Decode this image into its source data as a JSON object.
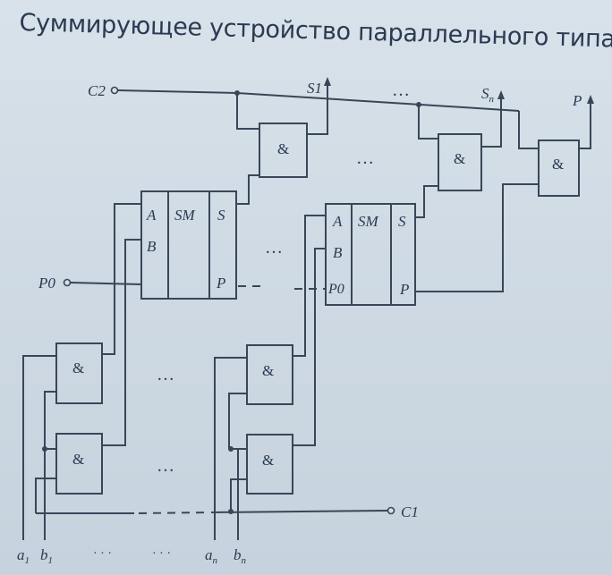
{
  "title": "Суммирующее устройство параллельного типа",
  "gate_and": "&",
  "sm_block": {
    "a": "A",
    "sm": "SM",
    "s": "S",
    "b": "B",
    "p": "P",
    "p0": "P0"
  },
  "signals": {
    "c2": "C2",
    "s1": "S1",
    "sn": "S",
    "sn_sub": "n",
    "p": "P",
    "p0": "P0",
    "c1": "C1",
    "a1": "a",
    "a1_sub": "1",
    "b1": "b",
    "b1_sub": "1",
    "an": "a",
    "an_sub": "n",
    "bn": "b",
    "bn_sub": "n"
  },
  "ellipsis": "…",
  "dots_bottom": "· · ·",
  "colors": {
    "ink": "#3a4658",
    "text": "#2b3a52",
    "background": "#d3dde7"
  }
}
